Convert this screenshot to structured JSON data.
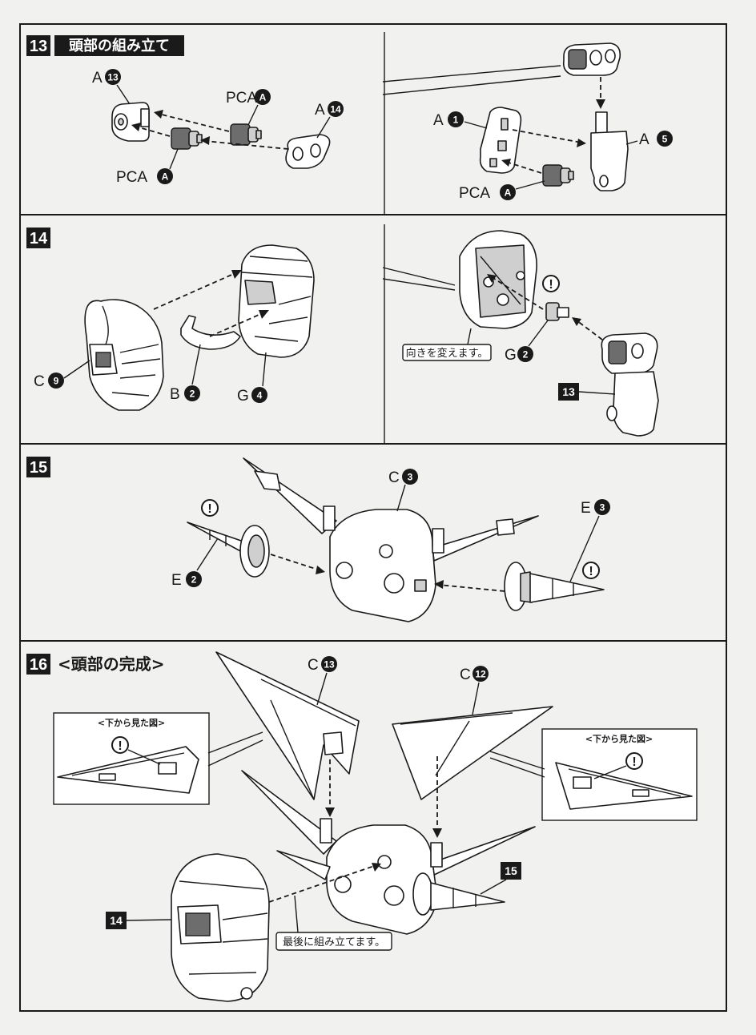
{
  "steps": {
    "s13": {
      "number": "13",
      "title": "頭部の組み立て"
    },
    "s14": {
      "number": "14"
    },
    "s15": {
      "number": "15"
    },
    "s16": {
      "number": "16",
      "title": "<頭部の完成>"
    }
  },
  "labels": {
    "A13_a": "A",
    "A13_n": "13",
    "PCA1_a": "PCA",
    "PCA1_n": "A",
    "A14_a": "A",
    "A14_n": "14",
    "PCA2_a": "PCA",
    "PCA2_n": "A",
    "A1_a": "A",
    "A1_n": "1",
    "A5_a": "A",
    "A5_n": "5",
    "PCA3_a": "PCA",
    "PCA3_n": "A",
    "C9_a": "C",
    "C9_n": "9",
    "B2_a": "B",
    "B2_n": "2",
    "G4_a": "G",
    "G4_n": "4",
    "G2_a": "G",
    "G2_n": "2",
    "ref13": "13",
    "C3_a": "C",
    "C3_n": "3",
    "E2_a": "E",
    "E2_n": "2",
    "E3_a": "E",
    "E3_n": "3",
    "C13_a": "C",
    "C13_n": "13",
    "C12_a": "C",
    "C12_n": "12",
    "ref14": "14",
    "ref15": "15"
  },
  "notes": {
    "turn": "向きを変えます。",
    "last": "最後に組み立てます。",
    "bottom_view_left": "<下から見た図>",
    "bottom_view_right": "<下から見た図>"
  },
  "caution_mark": "!"
}
